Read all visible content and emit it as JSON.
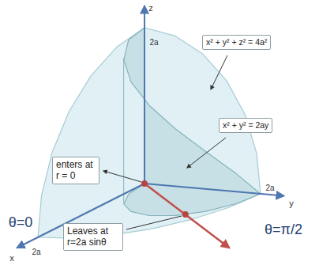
{
  "diagram": {
    "nodes": [
      {
        "text": [
          "x² + y² + z² = 4a²"
        ]
      },
      {
        "text": [
          "x² + y² = 2ay"
        ]
      },
      {
        "text": [
          "enters at r = 0"
        ]
      },
      {
        "text": [
          "Leaves at r=2a sinθ"
        ]
      }
    ],
    "labels": [
      "z",
      "2a",
      "2a",
      "y",
      "θ=0",
      "θ=π/2",
      "2a",
      "x"
    ]
  }
}
